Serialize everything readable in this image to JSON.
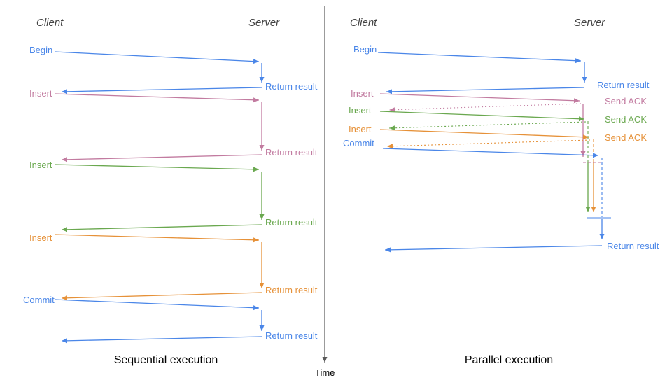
{
  "palette": {
    "blue": "#4a86e8",
    "pink": "#c27ba0",
    "green": "#6aa84f",
    "orange": "#e69138",
    "header_gray": "#434343",
    "axis_gray": "#595959",
    "caption_black": "#000000"
  },
  "sequential": {
    "client_header": "Client",
    "server_header": "Server",
    "caption": "Sequential execution",
    "ops": [
      {
        "label": "Begin",
        "result": "Return result",
        "color": "#4a86e8"
      },
      {
        "label": "Insert",
        "result": "Return result",
        "color": "#c27ba0"
      },
      {
        "label": "Insert",
        "result": "Return result",
        "color": "#6aa84f"
      },
      {
        "label": "Insert",
        "result": "Return result",
        "color": "#e69138"
      },
      {
        "label": "Commit",
        "result": "Return result",
        "color": "#4a86e8"
      }
    ]
  },
  "parallel": {
    "client_header": "Client",
    "server_header": "Server",
    "caption": "Parallel execution",
    "ops": [
      {
        "label": "Begin",
        "result": "Return result",
        "color": "#4a86e8"
      },
      {
        "label": "Insert",
        "ack": "Send ACK",
        "color": "#c27ba0"
      },
      {
        "label": "Insert",
        "ack": "Send ACK",
        "color": "#6aa84f"
      },
      {
        "label": "Insert",
        "ack": "Send ACK",
        "color": "#e69138"
      },
      {
        "label": "Commit",
        "result": "Return result",
        "color": "#4a86e8"
      }
    ]
  },
  "time_axis": {
    "label": "Time"
  }
}
